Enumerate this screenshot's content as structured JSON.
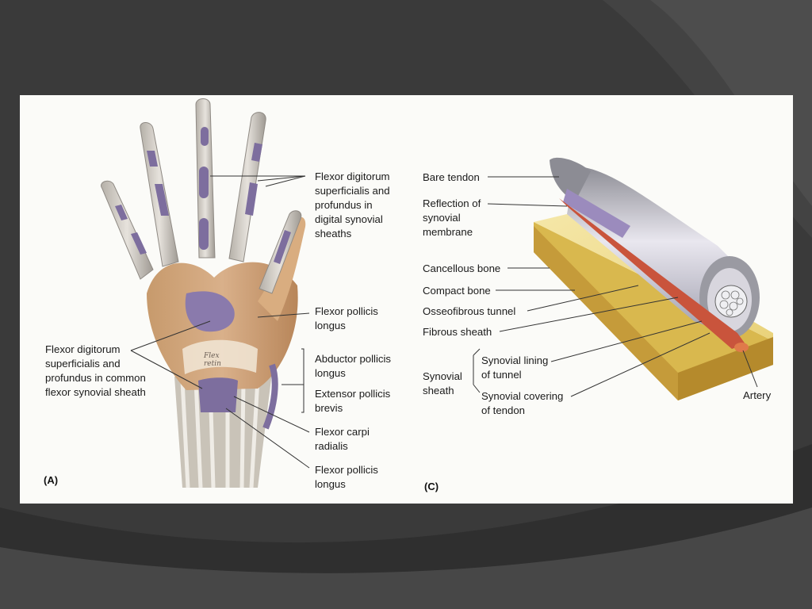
{
  "panel_a": {
    "tag": "(A)",
    "labels": {
      "fds_fdp_digital": "Flexor digitorum\nsuperficialis and\nprofundus in\ndigital synovial\nsheaths",
      "fpl_top": "Flexor pollicis\nlongus",
      "fds_fdp_common": "Flexor digitorum\nsuperficialis and\nprofundus in common\nflexor synovial sheath",
      "apl": "Abductor pollicis\nlongus",
      "epb": "Extensor pollicis\nbrevis",
      "fcr": "Flexor carpi\nradialis",
      "fpl_bottom": "Flexor pollicis\nlongus",
      "retinaculum_text": "Flex\nretin"
    }
  },
  "panel_c": {
    "tag": "(C)",
    "labels": {
      "bare_tendon": "Bare tendon",
      "reflection": "Reflection of\nsynovial\nmembrane",
      "cancellous": "Cancellous bone",
      "compact": "Compact bone",
      "osseofibrous": "Osseofibrous tunnel",
      "fibrous": "Fibrous sheath",
      "synovial_sheath": "Synovial\nsheath",
      "lining": "Synovial lining\nof tunnel",
      "covering": "Synovial covering\nof tendon",
      "artery": "Artery"
    }
  }
}
